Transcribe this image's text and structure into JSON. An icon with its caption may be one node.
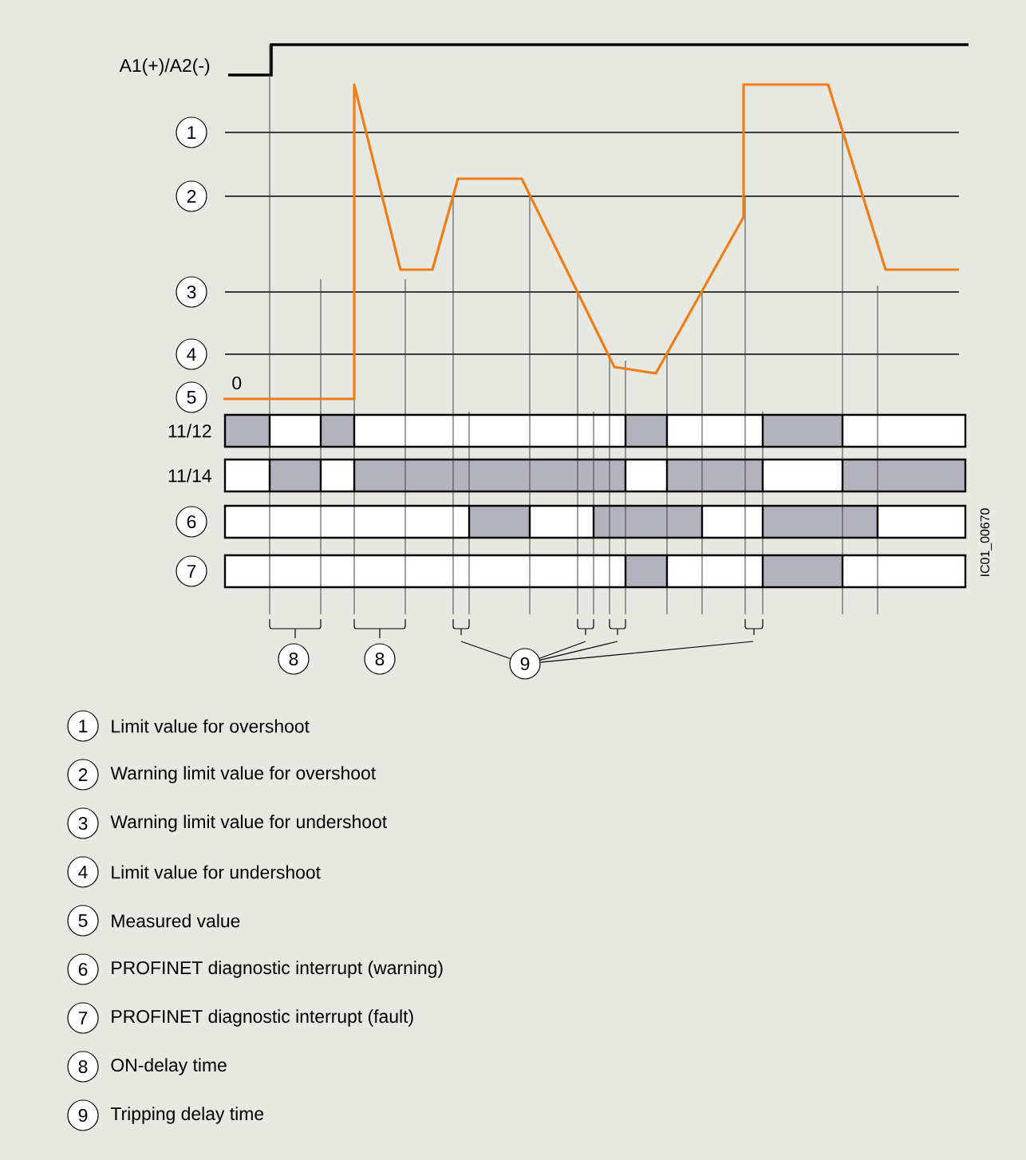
{
  "diagram": {
    "nodes": [
      {
        "text": [
          "1"
        ]
      },
      {
        "text": [
          "2"
        ]
      },
      {
        "text": [
          "3"
        ]
      },
      {
        "text": [
          "4"
        ]
      },
      {
        "text": [
          "5"
        ]
      },
      {
        "text": [
          "6"
        ]
      },
      {
        "text": [
          "7"
        ]
      },
      {
        "text": [
          "8"
        ]
      },
      {
        "text": [
          "8"
        ]
      },
      {
        "text": [
          "9"
        ]
      },
      {
        "text": [
          "1"
        ],
        "beside": [
          "Limit value for overshoot"
        ]
      },
      {
        "text": [
          "2"
        ],
        "beside": [
          "Warning limit value for overshoot"
        ]
      },
      {
        "text": [
          "3"
        ],
        "beside": [
          "Warning limit value for undershoot"
        ]
      },
      {
        "text": [
          "4"
        ],
        "beside": [
          "Limit value for undershoot"
        ]
      },
      {
        "text": [
          "5"
        ],
        "beside": [
          "Measured value"
        ]
      },
      {
        "text": [
          "6"
        ],
        "beside": [
          "PROFINET diagnostic interrupt (warning)"
        ]
      },
      {
        "text": [
          "7"
        ],
        "beside": [
          "PROFINET diagnostic interrupt (fault)"
        ]
      },
      {
        "text": [
          "8"
        ],
        "beside": [
          "ON-delay time"
        ]
      },
      {
        "text": [
          "9"
        ],
        "beside": [
          "Tripping delay time"
        ]
      }
    ],
    "edges": [
      {
        "from": 9,
        "to": null,
        "arrow": "none"
      },
      {
        "from": 9,
        "to": null,
        "arrow": "none"
      },
      {
        "from": 9,
        "to": null,
        "arrow": "none"
      },
      {
        "from": 9,
        "to": null,
        "arrow": "none"
      }
    ],
    "labels": [
      "A1(+)/A2(-)",
      "0",
      "11/12",
      "11/14",
      "IC01_00670"
    ]
  }
}
